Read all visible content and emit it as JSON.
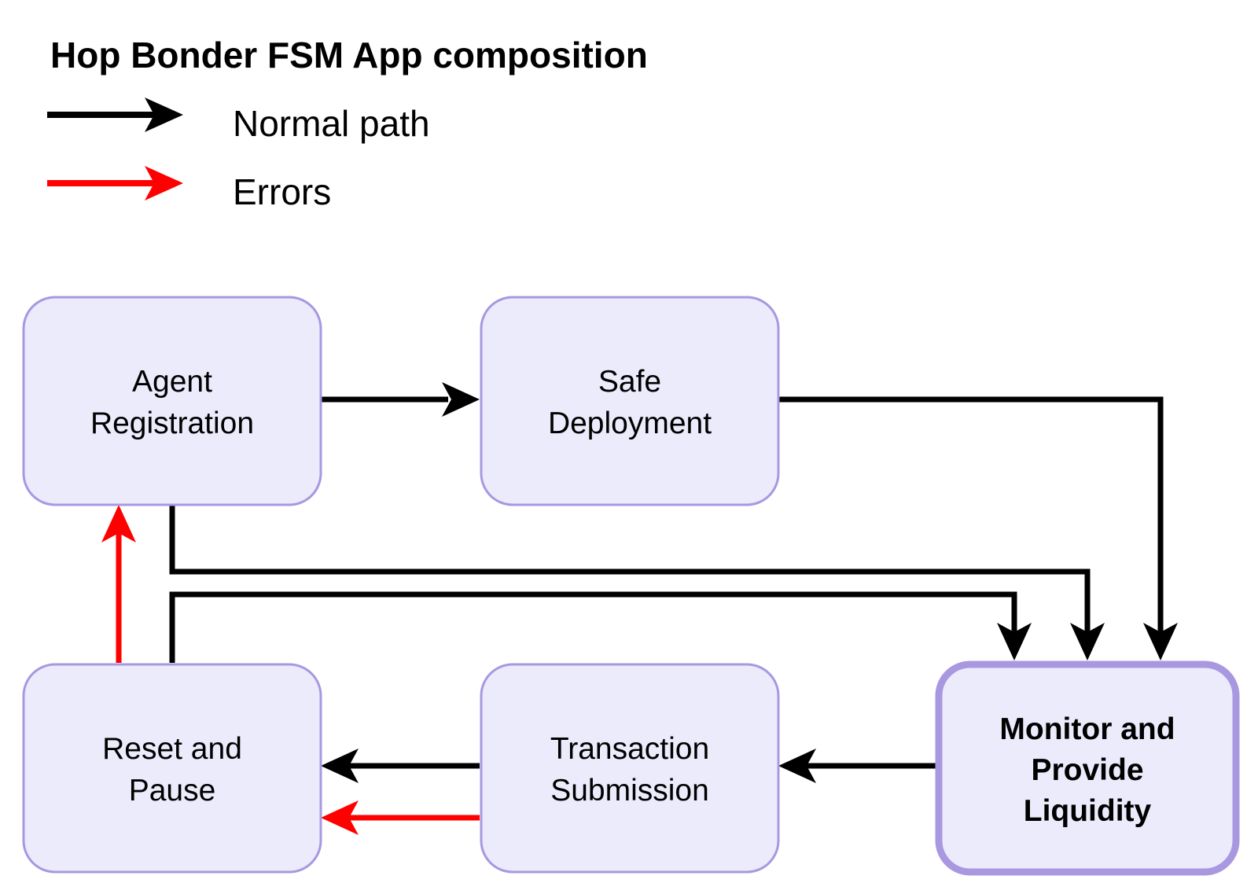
{
  "title": "Hop Bonder FSM App composition",
  "legend": {
    "normal": {
      "label": "Normal path",
      "color": "#000000"
    },
    "error": {
      "label": "Errors",
      "color": "#ff0000"
    }
  },
  "colors": {
    "node_fill": "#ebebfc",
    "node_stroke": "#a898e0",
    "node_stroke_highlight": "#a898e0",
    "arrow_normal": "#000000",
    "arrow_error": "#ff0000"
  },
  "nodes": {
    "agent_registration": {
      "line1": "Agent",
      "line2": "Registration"
    },
    "safe_deployment": {
      "line1": "Safe",
      "line2": "Deployment"
    },
    "reset_and_pause": {
      "line1": "Reset and",
      "line2": "Pause"
    },
    "transaction_submission": {
      "line1": "Transaction",
      "line2": "Submission"
    },
    "monitor_and_provide_liquidity": {
      "line1": "Monitor and",
      "line2": "Provide",
      "line3": "Liquidity",
      "highlighted": true
    }
  },
  "edges": [
    {
      "from": "agent_registration",
      "to": "safe_deployment",
      "kind": "normal"
    },
    {
      "from": "safe_deployment",
      "to": "monitor_and_provide_liquidity",
      "kind": "normal"
    },
    {
      "from": "agent_registration",
      "to": "monitor_and_provide_liquidity",
      "kind": "normal"
    },
    {
      "from": "reset_and_pause",
      "to": "monitor_and_provide_liquidity",
      "kind": "normal"
    },
    {
      "from": "monitor_and_provide_liquidity",
      "to": "transaction_submission",
      "kind": "normal"
    },
    {
      "from": "transaction_submission",
      "to": "reset_and_pause",
      "kind": "normal"
    },
    {
      "from": "transaction_submission",
      "to": "reset_and_pause",
      "kind": "error"
    },
    {
      "from": "reset_and_pause",
      "to": "agent_registration",
      "kind": "error"
    }
  ]
}
